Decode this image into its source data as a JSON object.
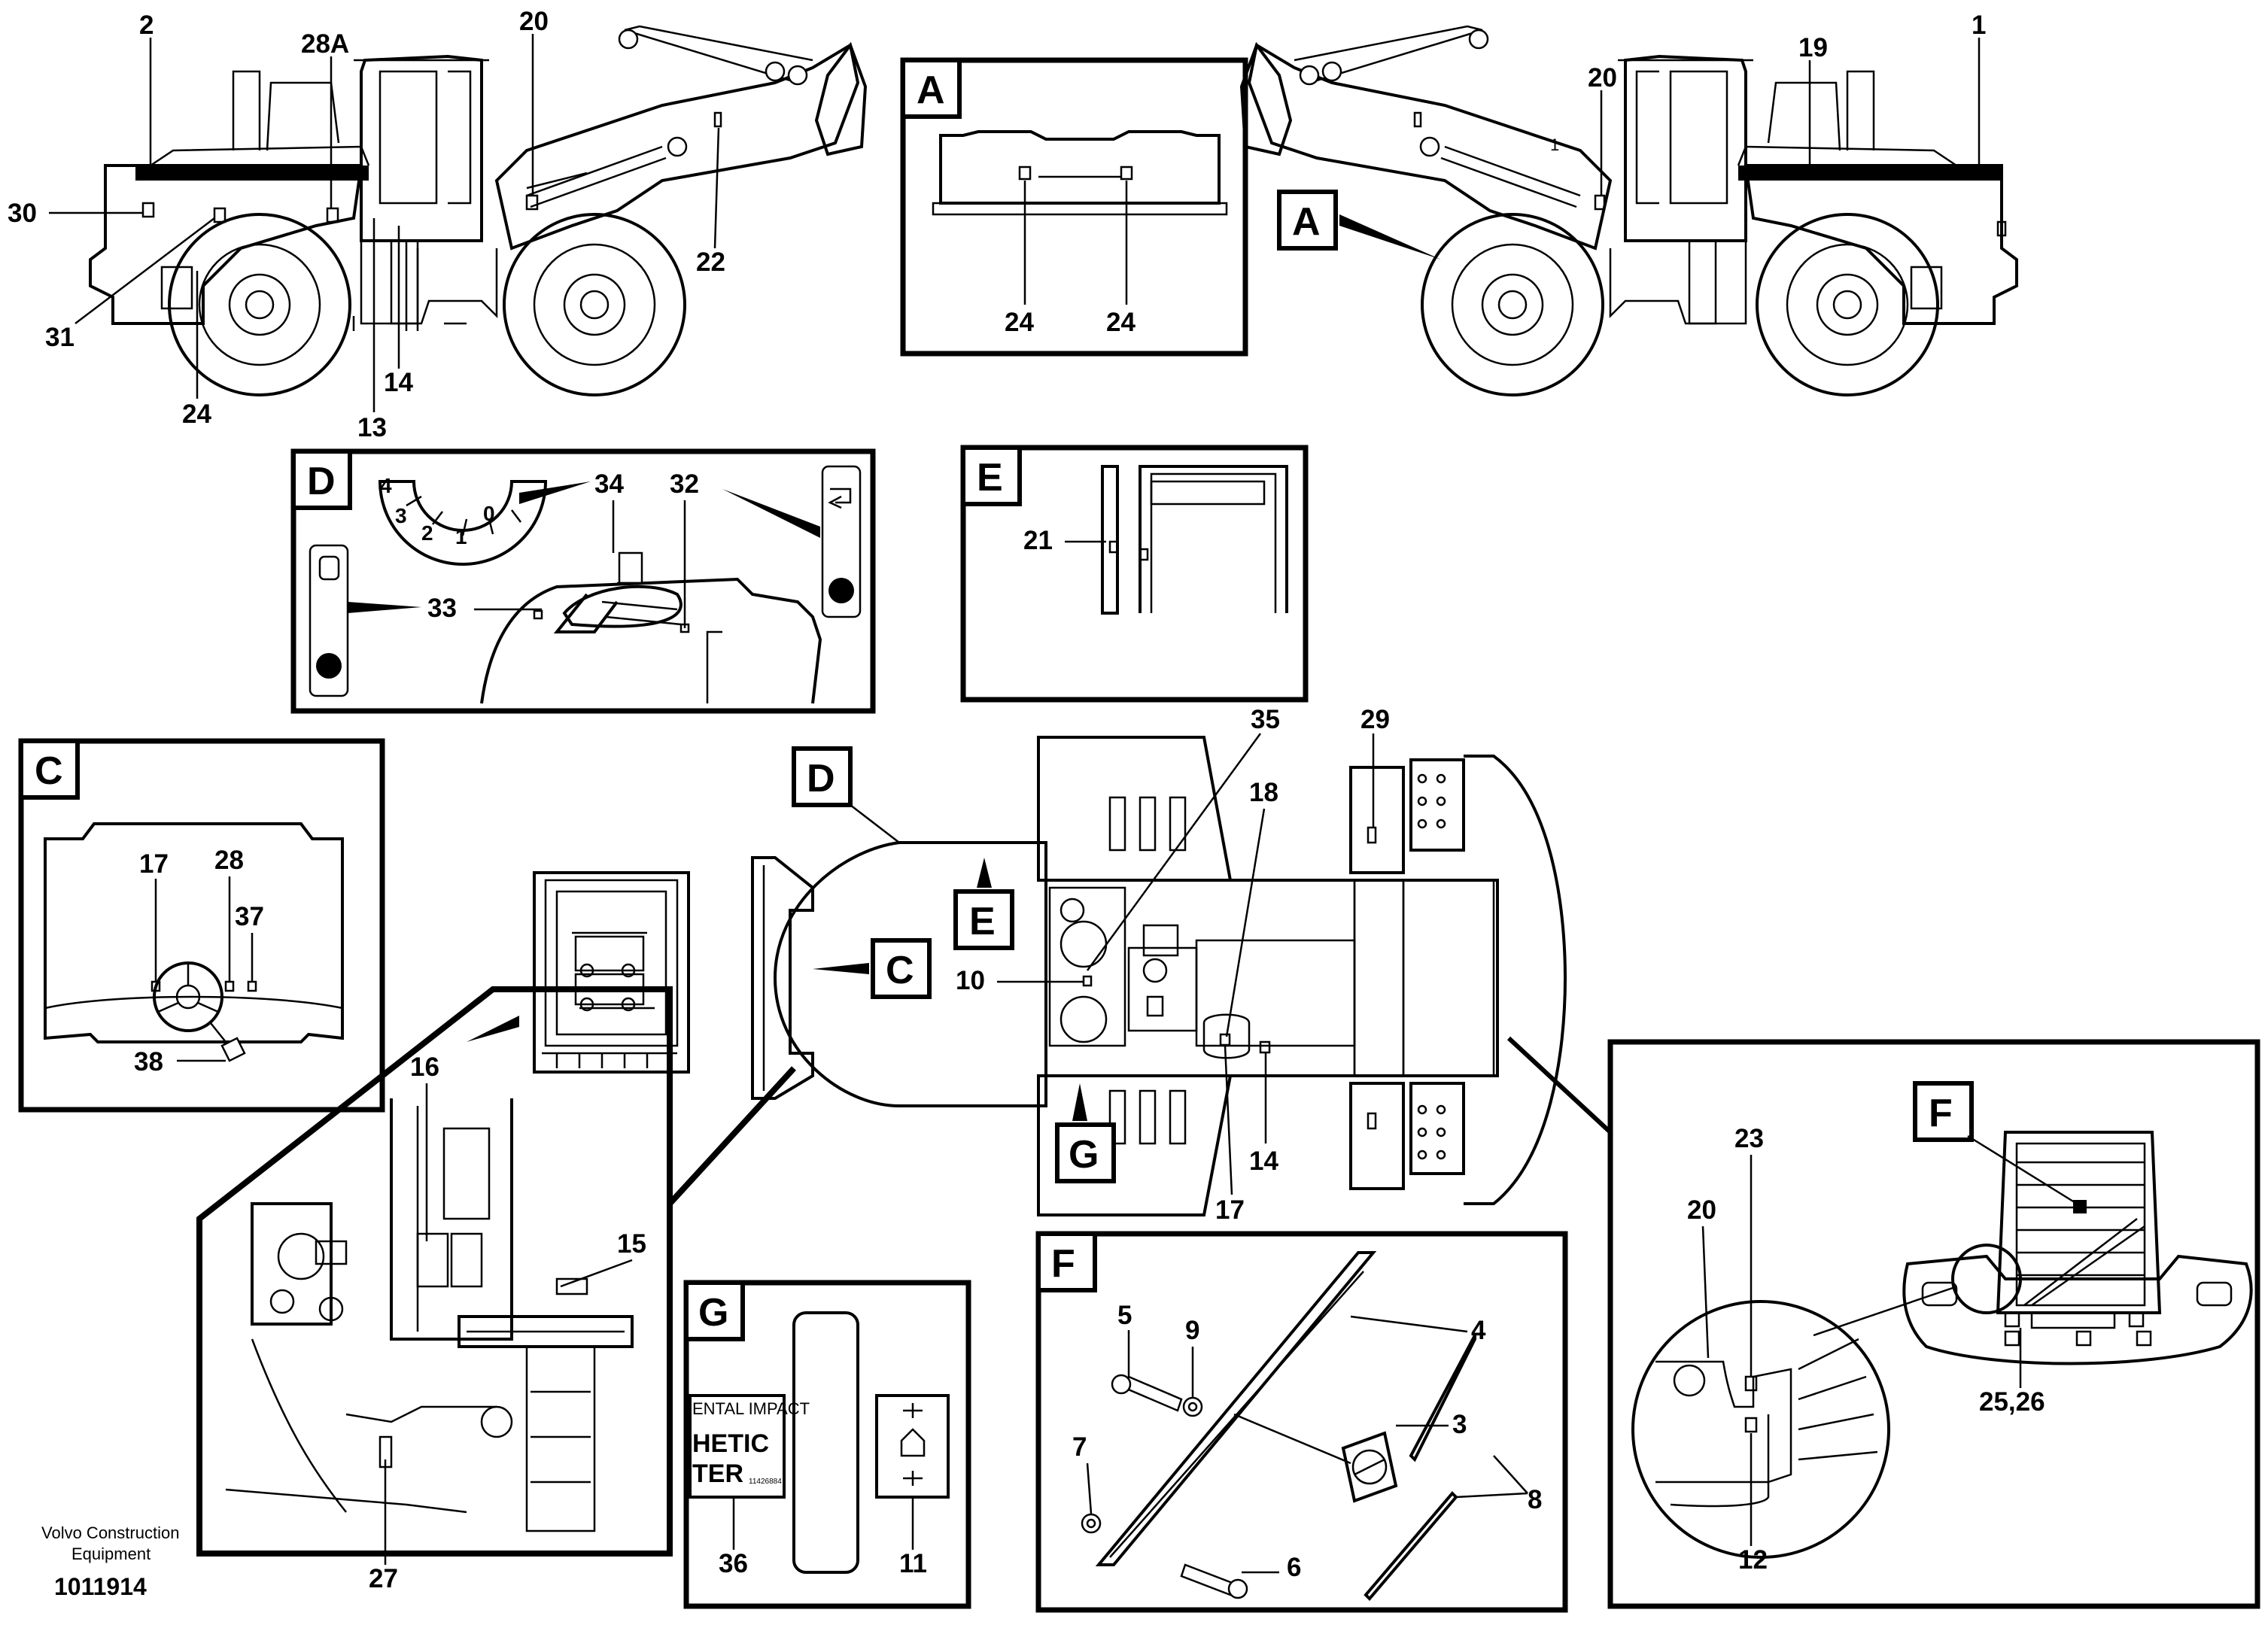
{
  "callouts": {
    "n1": "1",
    "n2": "2",
    "n3": "3",
    "n4": "4",
    "n5": "5",
    "n6": "6",
    "n7": "7",
    "n8": "8",
    "n9": "9",
    "n10": "10",
    "n11": "11",
    "n12": "12",
    "n13": "13",
    "n14": "14",
    "n15": "15",
    "n16": "16",
    "n17": "17",
    "n18": "18",
    "n19": "19",
    "n20": "20",
    "n21": "21",
    "n22": "22",
    "n23": "23",
    "n24": "24",
    "n25_26": "25,26",
    "n27": "27",
    "n28": "28",
    "n28a": "28A",
    "n29": "29",
    "n30": "30",
    "n31": "31",
    "n32": "32",
    "n33": "33",
    "n34": "34",
    "n35": "35",
    "n36": "36",
    "n37": "37",
    "n38": "38"
  },
  "views": {
    "a": "A",
    "c": "C",
    "d": "D",
    "e": "E",
    "f": "F",
    "g": "G"
  },
  "dial": {
    "t0": "0",
    "t1": "1",
    "t2": "2",
    "t3": "3",
    "t4": "4"
  },
  "machine_marks": {
    "boom_mark": "1"
  },
  "decal_g": {
    "line1": "ENTAL IMPACT",
    "line2": "HETIC",
    "line3": "TER",
    "code": "11426884"
  },
  "footer": {
    "brand_line1": "Volvo Construction",
    "brand_line2": "Equipment",
    "figure_number": "1011914"
  }
}
